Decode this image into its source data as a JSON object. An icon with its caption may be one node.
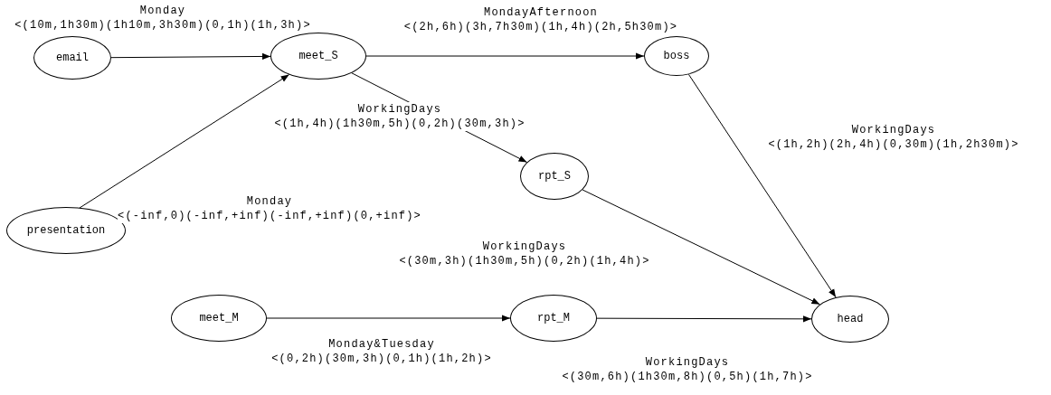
{
  "diagram": {
    "nodes": [
      {
        "text": [
          "email"
        ]
      },
      {
        "text": [
          "meet_S"
        ]
      },
      {
        "text": [
          "boss"
        ]
      },
      {
        "text": [
          "rpt_S"
        ]
      },
      {
        "text": [
          "presentation"
        ]
      },
      {
        "text": [
          "meet_M"
        ]
      },
      {
        "text": [
          "rpt_M"
        ]
      },
      {
        "text": [
          "head"
        ]
      }
    ],
    "edges": [
      {
        "from": 0,
        "to": 1,
        "arrow": "to",
        "label": "Monday <(10m,1h30m)(1h10m,3h30m)(0,1h)(1h,3h)>"
      },
      {
        "from": 1,
        "to": 2,
        "arrow": "to",
        "label": "MondayAfternoon <(2h,6h)(3h,7h30m)(1h,4h)(2h,5h30m)>"
      },
      {
        "from": 1,
        "to": 3,
        "arrow": "to",
        "label": "WorkingDays <(1h,4h)(1h30m,5h)(0,2h)(30m,3h)>"
      },
      {
        "from": 4,
        "to": 1,
        "arrow": "to",
        "label": "Monday <(-inf,0)(-inf,+inf)(-inf,+inf)(0,+inf)>"
      },
      {
        "from": 2,
        "to": 7,
        "arrow": "to",
        "label": "WorkingDays <(1h,2h)(2h,4h)(0,30m)(1h,2h30m)>"
      },
      {
        "from": 3,
        "to": 7,
        "arrow": "to",
        "label": "WorkingDays <(30m,3h)(1h30m,5h)(0,2h)(1h,4h)>"
      },
      {
        "from": 5,
        "to": 6,
        "arrow": "to",
        "label": "Monday&Tuesday <(0,2h)(30m,3h)(0,1h)(1h,2h)>"
      },
      {
        "from": 6,
        "to": 7,
        "arrow": "to",
        "label": "WorkingDays <(30m,6h)(1h30m,8h)(0,5h)(1h,7h)>"
      }
    ]
  }
}
